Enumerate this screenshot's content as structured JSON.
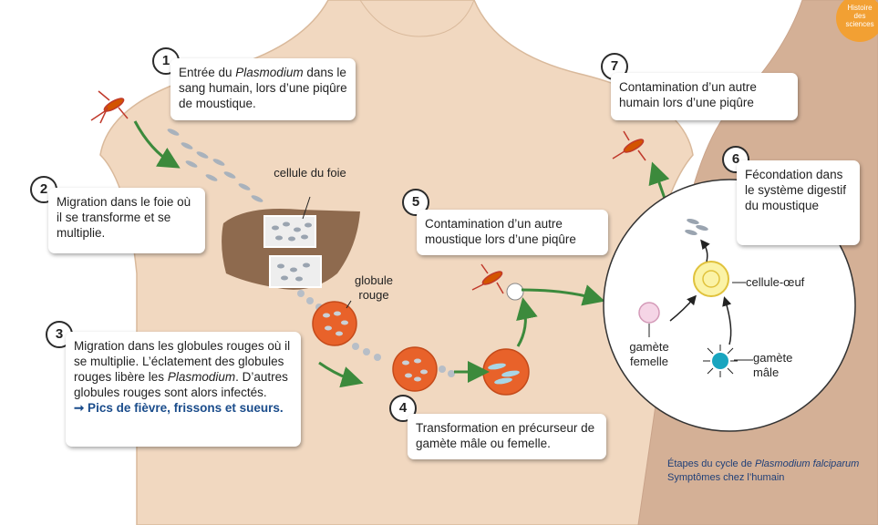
{
  "corner_badge": "Histoire des sciences",
  "steps": [
    {
      "n": "1",
      "pre": "Entrée du ",
      "italic": "Plasmodium",
      "post": " dans le sang humain, lors d’une piqûre de moustique."
    },
    {
      "n": "2",
      "text": "Migration dans le foie où il se transforme et se multiplie."
    },
    {
      "n": "3",
      "line1": "Migration dans les globules rouges où il se multiplie. L’éclatement des globules rouges libère les ",
      "italic": "Plasmodium",
      "line2": ". D’autres globules rouges sont alors infectés.",
      "symptom": "➞ Pics de fièvre, frissons et sueurs."
    },
    {
      "n": "4",
      "text": "Transformation en précurseur de gamète mâle ou femelle."
    },
    {
      "n": "5",
      "text": "Contamination d’un autre moustique lors d’une piqûre"
    },
    {
      "n": "6",
      "text": "Fécondation dans le système digestif du moustique"
    },
    {
      "n": "7",
      "text": "Contamination d’un autre humain lors d’une piqûre"
    }
  ],
  "labels": {
    "liver_cell": "cellule du foie",
    "red_cell": "globule rouge",
    "egg_cell": "cellule-œuf",
    "female_gamete": "gamète femelle",
    "male_gamete": "gamète mâle"
  },
  "caption": {
    "line1_pre": "Étapes du cycle de ",
    "line1_italic": "Plasmodium falciparum",
    "line2": "Symptômes chez l’humain"
  },
  "colors": {
    "skin": "#f1d8c0",
    "skin_dark": "#c9a38a",
    "liver": "#8e6a4e",
    "red_cell": "#e8622a",
    "arrow_green": "#3c8a3c",
    "caption_blue": "#1f3f78"
  }
}
